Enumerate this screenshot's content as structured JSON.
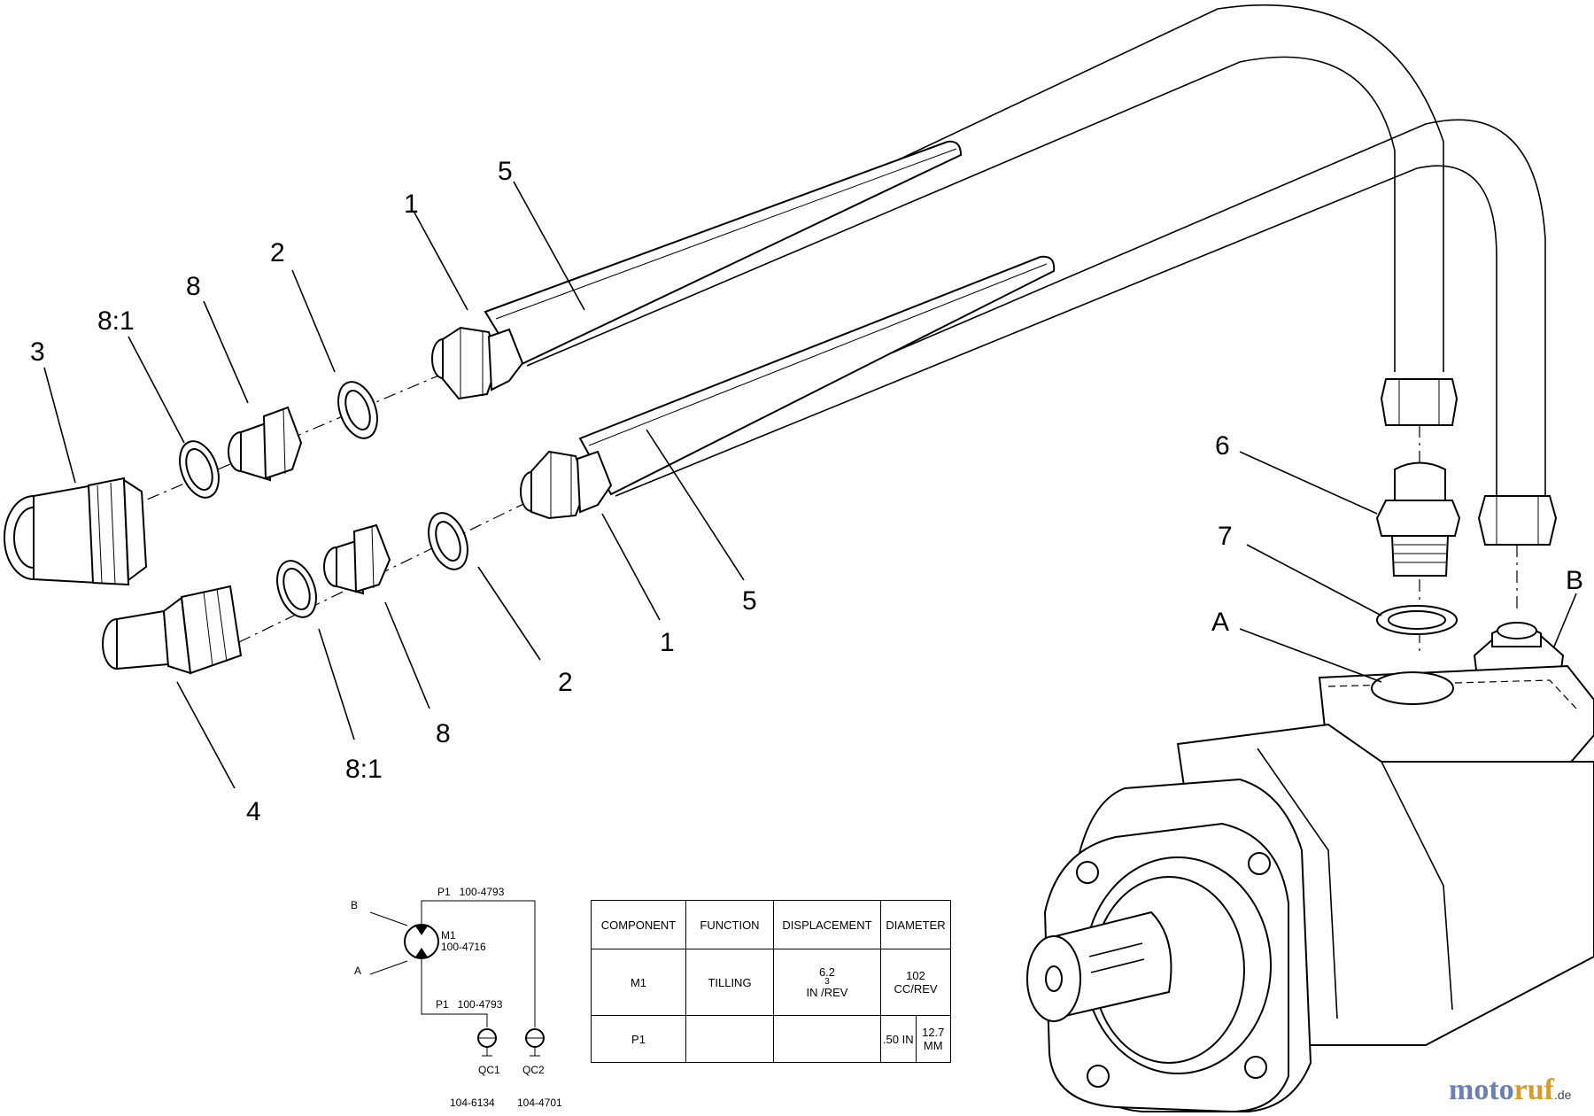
{
  "callouts": {
    "c1_upper": "1",
    "c1_lower": "1",
    "c2_upper": "2",
    "c2_lower": "2",
    "c3": "3",
    "c4": "4",
    "c5_upper": "5",
    "c5_lower": "5",
    "c6": "6",
    "c7": "7",
    "c8_upper": "8",
    "c8_lower": "8",
    "c81_upper": "8:1",
    "c81_lower": "8:1",
    "port_a": "A",
    "port_b": "B"
  },
  "schematic": {
    "port_b": "B",
    "port_a": "A",
    "motor_id": "M1",
    "motor_part": "100-4716",
    "p1_top": "P1   100-4793",
    "p1_bottom": "P1   100-4793",
    "qc1_id": "QC1",
    "qc1_part": "104-6134",
    "qc2_id": "QC2",
    "qc2_part": "104-4701"
  },
  "table": {
    "headers": [
      "COMPONENT",
      "FUNCTION",
      "DISPLACEMENT",
      "DIAMETER"
    ],
    "row1": {
      "component": "M1",
      "function": "TILLING",
      "displacement_value": "6.2",
      "displacement_exp": "3",
      "displacement_unit": "IN /REV",
      "diameter_value": "102",
      "diameter_unit": "CC/REV"
    },
    "row2": {
      "component": "P1",
      "function": "",
      "displacement": "",
      "diameter_in": ".50 IN",
      "diameter_mm": "12.7 MM"
    }
  },
  "watermark": {
    "part_a": "moto",
    "part_b": "ruf",
    "part_c": ".de"
  }
}
